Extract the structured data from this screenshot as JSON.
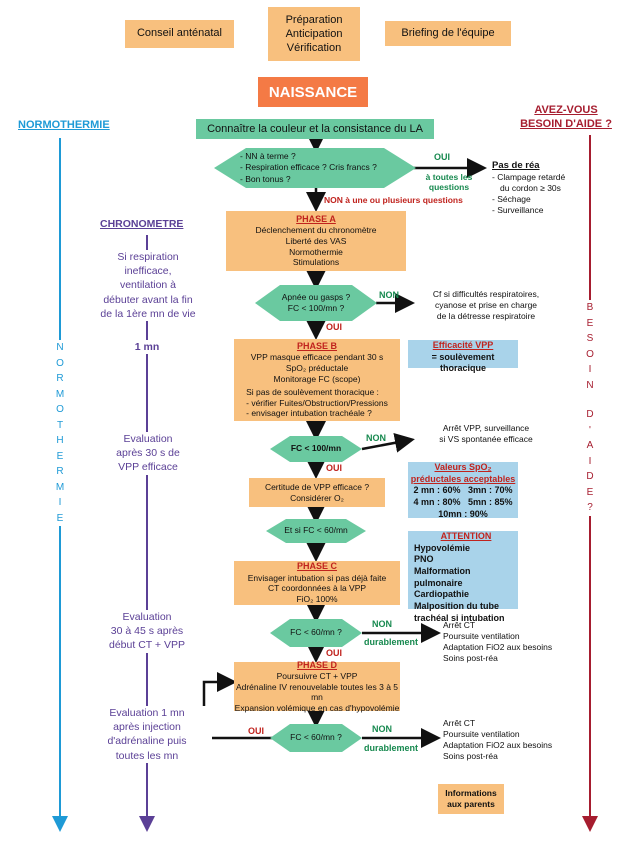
{
  "top": {
    "conseil": "Conseil anténatal",
    "preparation": [
      "Préparation",
      "Anticipation",
      "Vérification"
    ],
    "briefing": "Briefing de l'équipe",
    "naissance": "NAISSANCE"
  },
  "left": {
    "normothermie_title": "NORMOTHERMIE",
    "normothermie_vertical": [
      "N",
      "O",
      "R",
      "M",
      "O",
      "T",
      "H",
      "E",
      "R",
      "M",
      "I",
      "E"
    ],
    "chronometre": "CHRONOMETRE",
    "note1": [
      "Si respiration",
      "inefficace,",
      "ventilation à",
      "débuter avant la fin",
      "de la 1ère mn de vie"
    ],
    "one_mn": "1 mn",
    "note2": [
      "Evaluation",
      "après 30 s de",
      "VPP efficace"
    ],
    "note3": [
      "Evaluation",
      "30 à 45 s après",
      "début CT + VPP"
    ],
    "note4": [
      "Evaluation 1 mn",
      "après injection",
      "d'adrénaline puis",
      "toutes les mn"
    ]
  },
  "right": {
    "aide_title": [
      "AVEZ-VOUS",
      "BESOIN D'AIDE ?"
    ],
    "aide_vertical": [
      "B",
      "E",
      "S",
      "O",
      "I",
      "N",
      "",
      "D",
      "'",
      "A",
      "I",
      "D",
      "E",
      "?"
    ]
  },
  "main": {
    "la": "Connaître la couleur et la consistance du LA",
    "q1": [
      "- NN à terme ?",
      "- Respiration efficace ? Cris francs ?",
      "- Bon tonus ?"
    ],
    "oui1": "OUI",
    "oui1_sub": [
      "à toutes les",
      "questions"
    ],
    "pas_rea_title": "Pas de réa",
    "pas_rea": [
      "- Clampage retardé",
      "du cordon ≥ 30s",
      "- Séchage",
      "- Surveillance"
    ],
    "non1": "NON à une ou plusieurs questions",
    "phaseA_title": "PHASE A",
    "phaseA": [
      "Déclenchement du chronomètre",
      "Liberté des VAS",
      "Normothermie",
      "Stimulations"
    ],
    "q2": [
      "Apnée ou gasps ?",
      "FC < 100/mn ?"
    ],
    "non2": "NON",
    "non2_text": [
      "Cf si difficultés respiratoires,",
      "cyanose et prise en charge",
      "de la détresse respiratoire"
    ],
    "oui2": "OUI",
    "phaseB_title": "PHASE B",
    "phaseB": [
      "VPP masque efficace pendant 30 s",
      "SpO₂ préductale",
      "Monitorage FC (scope)"
    ],
    "phaseB_sub": [
      "Si pas de soulèvement thoracique :",
      "- vérifier Fuites/Obstruction/Pressions",
      "- envisager intubation trachéale ?"
    ],
    "efficacite_title": "Efficacité VPP",
    "efficacite_text": "= soulèvement thoracique",
    "q3": "FC < 100/mn",
    "non3": "NON",
    "non3_text": [
      "Arrêt VPP, surveillance",
      "si VS spontanée efficace"
    ],
    "oui3": "OUI",
    "certitude": [
      "Certitude de VPP efficace ?",
      "Considérer O₂"
    ],
    "spo2_title": [
      "Valeurs SpO₂",
      "préductales acceptables"
    ],
    "spo2_rows": [
      "2 mn : 60%   3mn : 70%",
      "4 mn : 80%   5mn : 85%",
      "10mn : 90%"
    ],
    "q4": "Et si FC < 60/mn",
    "attention_title": "ATTENTION",
    "attention": [
      "Hypovolémie",
      "PNO",
      "Malformation pulmonaire",
      "Cardiopathie",
      "Malposition du tube",
      "trachéal si intubation"
    ],
    "phaseC_title": "PHASE C",
    "phaseC": [
      "Envisager intubation si pas déjà faite",
      "CT coordonnées à la VPP",
      "FiO₂ 100%"
    ],
    "q5": "FC < 60/mn ?",
    "non5": "NON",
    "durablement5": "durablement",
    "oui5": "OUI",
    "result5": [
      "Arrêt CT",
      "Poursuite ventilation",
      "Adaptation FiO2 aux besoins",
      "Soins post-réa"
    ],
    "phaseD_title": "PHASE D",
    "phaseD": [
      "Poursuivre CT + VPP",
      "Adrénaline IV renouvelable toutes les 3 à 5 mn",
      "Expansion volémique en cas d'hypovolémie"
    ],
    "q6": "FC < 60/mn ?",
    "oui6": "OUI",
    "non6": "NON",
    "durablement6": "durablement",
    "result6": [
      "Arrêt CT",
      "Poursuite ventilation",
      "Adaptation FiO2 aux besoins",
      "Soins post-réa"
    ],
    "informations": [
      "Informations",
      "aux parents"
    ]
  }
}
